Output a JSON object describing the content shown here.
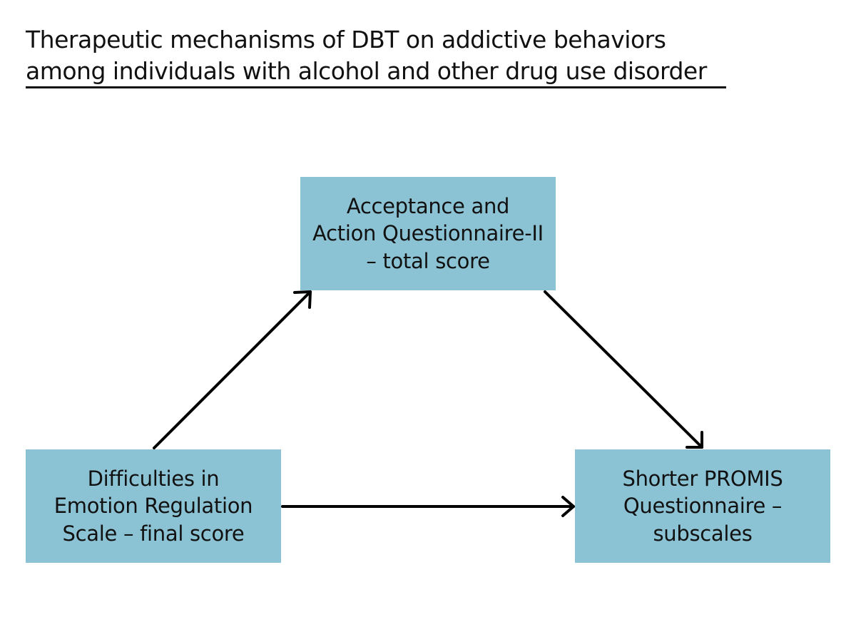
{
  "title": {
    "line1": "Therapeutic mechanisms of DBT on addictive behaviors",
    "line2": "among individuals with alcohol and other drug use disorder"
  },
  "colors": {
    "box_fill": "#8cc3d4",
    "arrow": "#000000",
    "text": "#111111",
    "background": "#ffffff"
  },
  "nodes": {
    "mediator": {
      "lines": [
        "Acceptance and",
        "Action Questionnaire-II",
        "– total score"
      ]
    },
    "predictor": {
      "lines": [
        "Difficulties in",
        "Emotion Regulation",
        "Scale – final score"
      ]
    },
    "outcome": {
      "lines": [
        "Shorter PROMIS",
        "Questionnaire –",
        "subscales"
      ]
    }
  },
  "edges": [
    {
      "from": "predictor",
      "to": "mediator"
    },
    {
      "from": "mediator",
      "to": "outcome"
    },
    {
      "from": "predictor",
      "to": "outcome"
    }
  ]
}
